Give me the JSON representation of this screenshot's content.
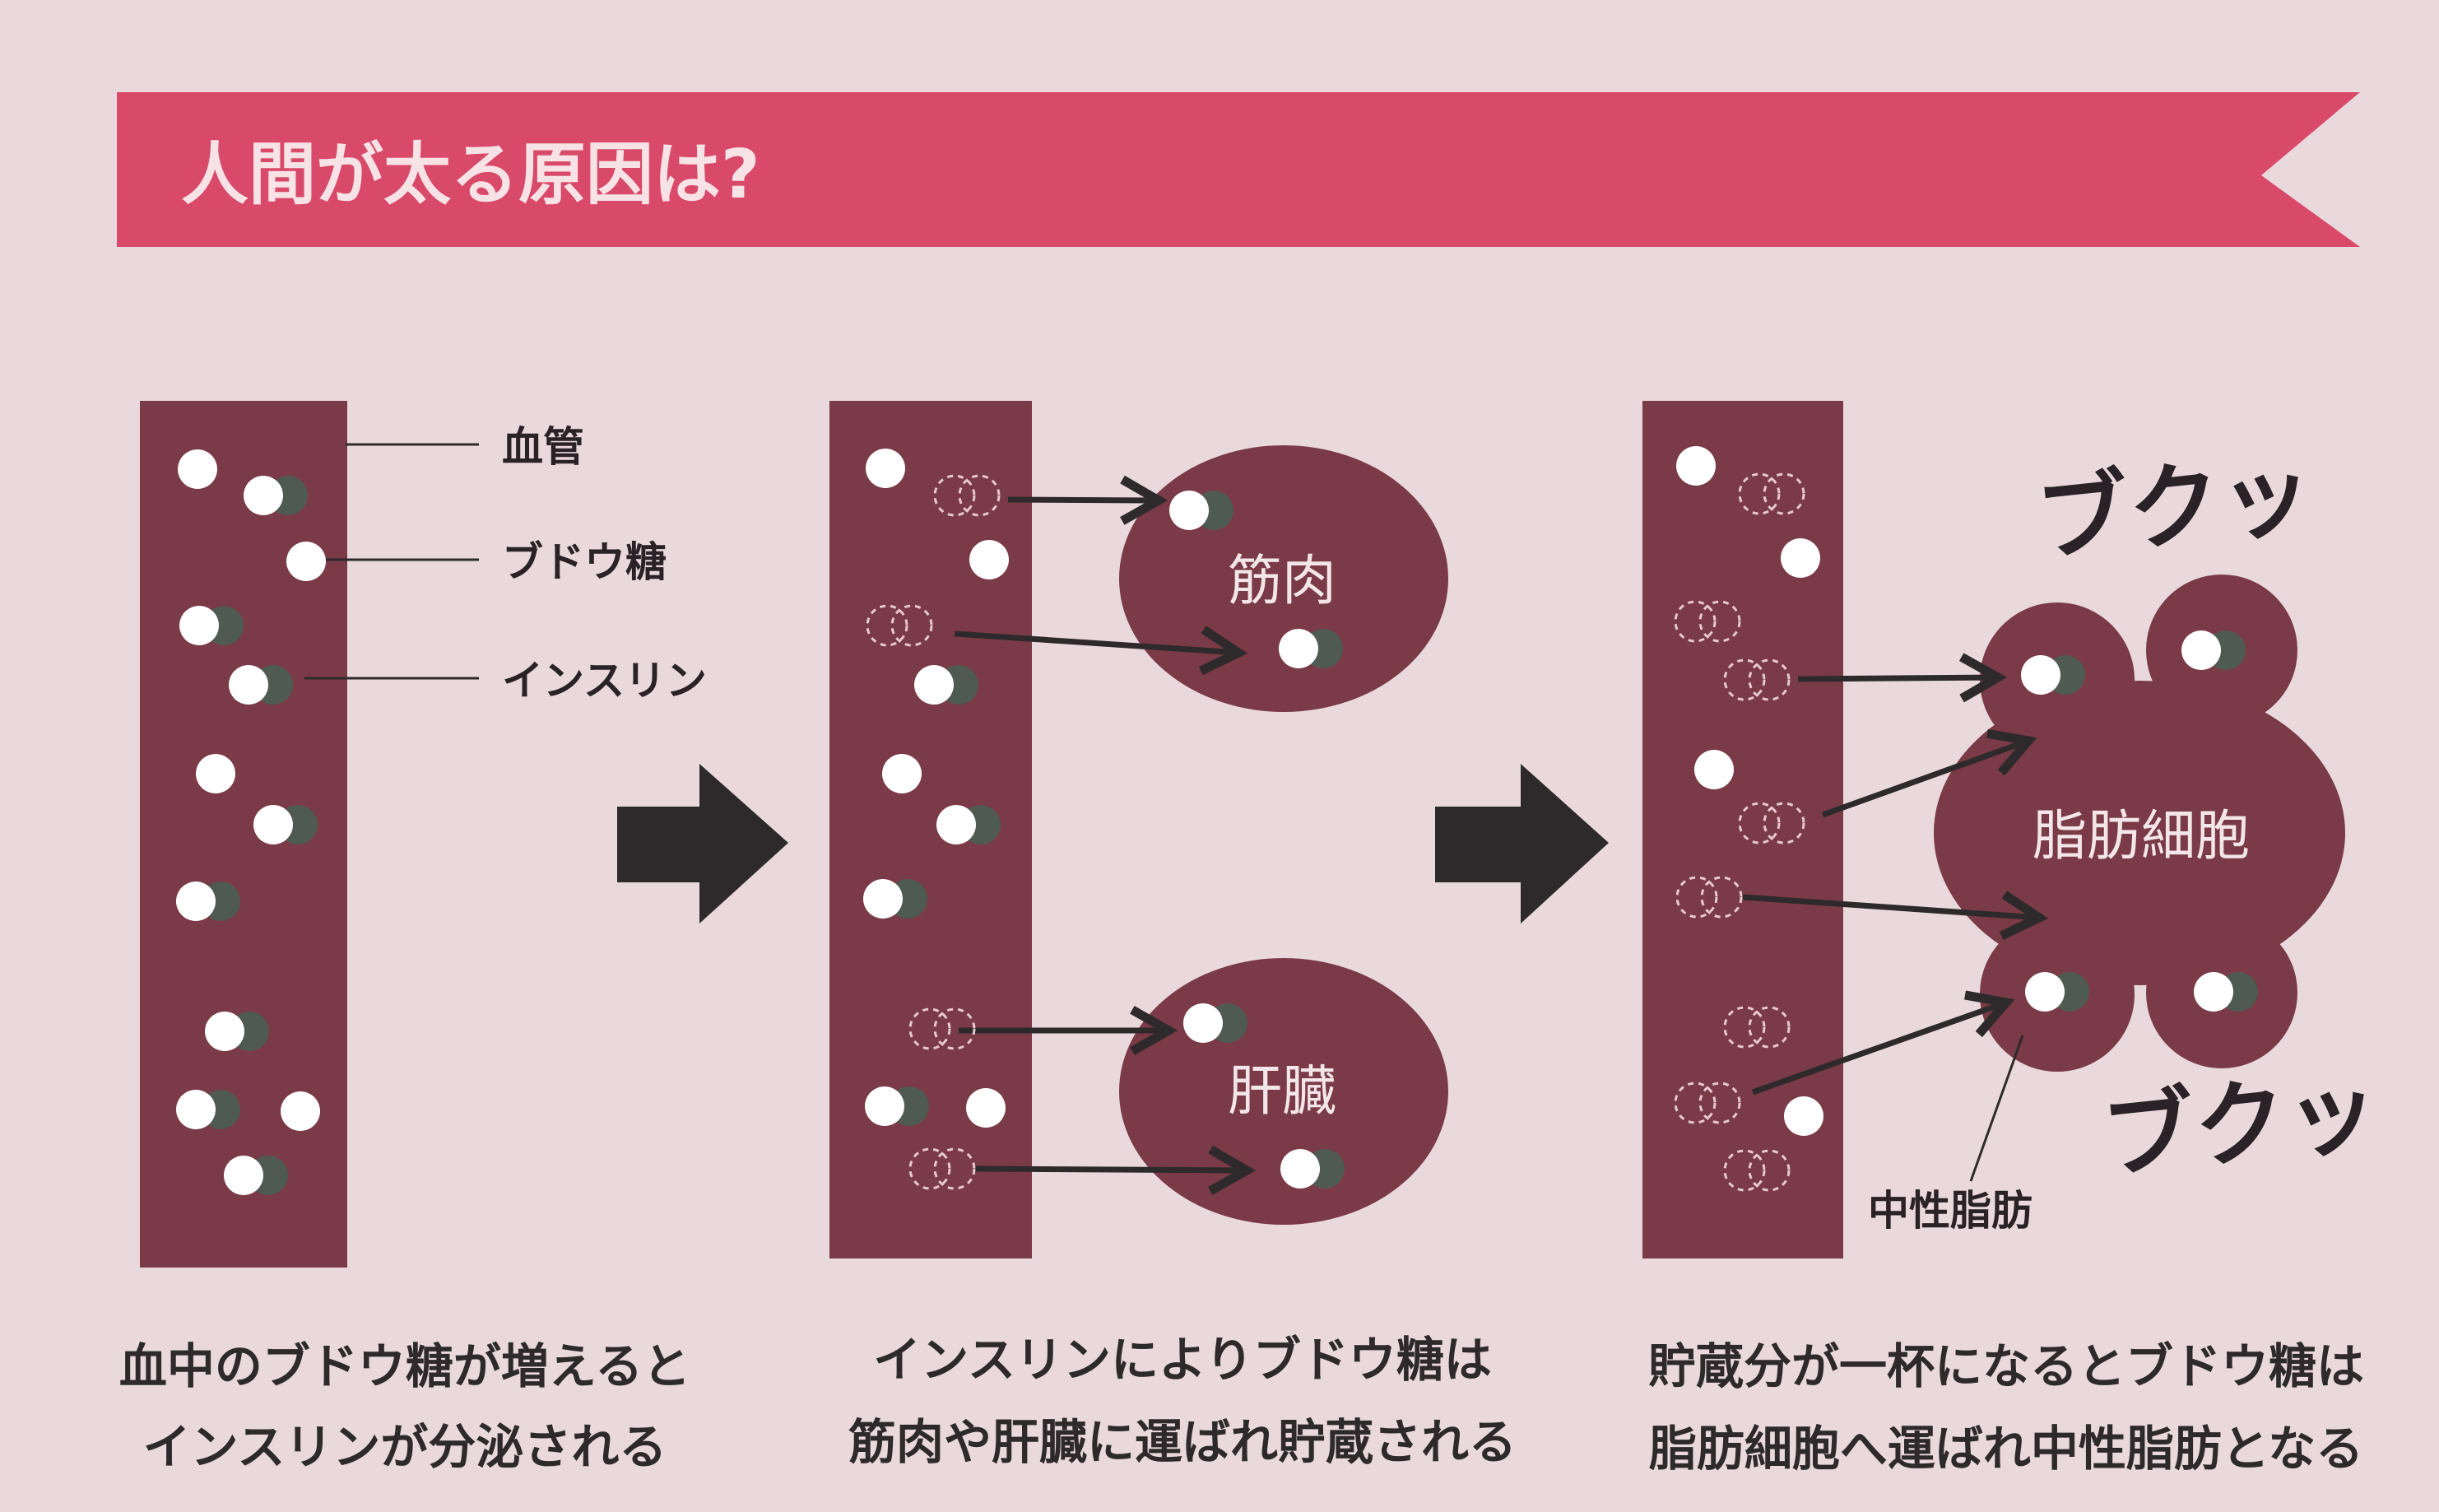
{
  "title": "人間が太る原因は?",
  "labels": {
    "vessel": "血管",
    "glucose": "ブドウ糖",
    "insulin": "インスリン",
    "neutral_fat": "中性脂肪"
  },
  "organs": {
    "muscle": "筋肉",
    "liver": "肝臓",
    "fat_cell": "脂肪細胞"
  },
  "sound_effect": "ブクッ",
  "captions": [
    [
      "血中のブドウ糖が増えると",
      "インスリンが分泌される"
    ],
    [
      "インスリンによりブドウ糖は",
      "筋肉や肝臓に運ばれ貯蔵される"
    ],
    [
      "貯蔵分が一杯になるとブドウ糖は",
      "脂肪細胞へ運ばれ中性脂肪となる"
    ]
  ],
  "colors": {
    "banner": "#d94a6a",
    "vessel": "#7a3a47",
    "organ": "#7a3a47",
    "glucose": "#ffffff",
    "insulin": "#4f5a52",
    "arrow": "#2e2a2c",
    "background": "#e9d9dc"
  }
}
